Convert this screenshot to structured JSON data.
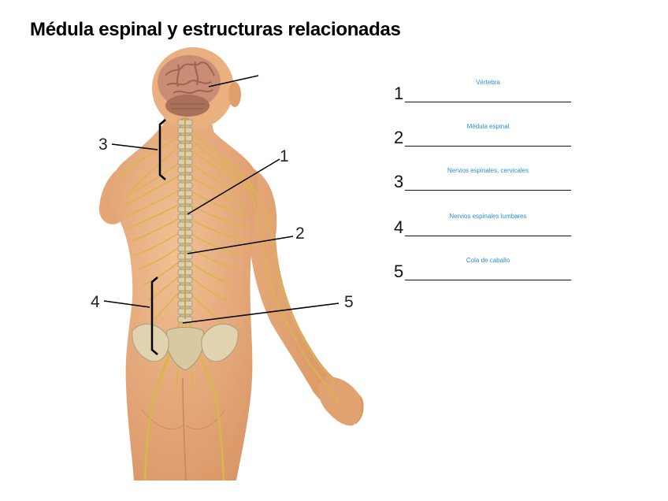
{
  "title": "Médula espinal y estructuras relacionadas",
  "figure_labels": [
    "1",
    "2",
    "3",
    "4",
    "5"
  ],
  "answers": [
    {
      "number": "1",
      "text": "Vértebra"
    },
    {
      "number": "2",
      "text": "Médula espinal"
    },
    {
      "number": "3",
      "text": "Nervios espinales, cervicales"
    },
    {
      "number": "4",
      "text": "Nervios espinales lumbares"
    },
    {
      "number": "5",
      "text": "Cola de caballo"
    }
  ],
  "colors": {
    "skin": "#eab080",
    "skin_shadow": "#d99464",
    "brain": "#c98d76",
    "cerebellum": "#a87058",
    "nerve": "#d6b84a",
    "spine": "#cdbfa0",
    "answer_text": "#2a8fd1"
  }
}
